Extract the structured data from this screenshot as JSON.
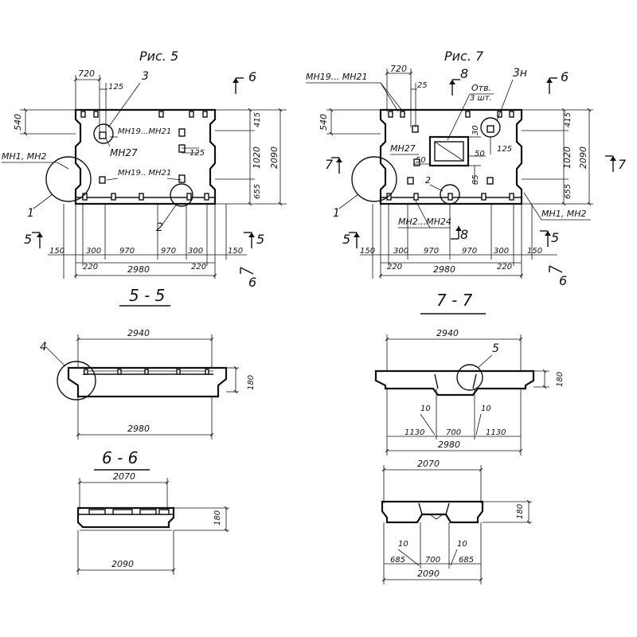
{
  "fig5": {
    "title": "Рис. 5",
    "d_720": "720",
    "d_125_top": "125",
    "callout_3": "3",
    "arrow_6": "6",
    "d_540": "540",
    "label_mn1": "МН1, МН2",
    "lbl_mn19_a": "МН19...МН21",
    "lbl_mn27": "МН27",
    "d_125_mid": "125",
    "lbl_mn19_b": "МН19.. МН21",
    "d_415": "415",
    "d_1020": "1020",
    "d_2090": "2090",
    "d_655": "655",
    "callout_1": "1",
    "callout_2": "2",
    "arrow_5": "5",
    "d_150_l": "150",
    "d_300_l": "300",
    "d_970_l": "970",
    "d_970_r": "970",
    "d_300_r": "300",
    "d_150_r": "150",
    "d_220_l": "220",
    "d_220_r": "220",
    "d_2980": "2980"
  },
  "fig7": {
    "title": "Рис. 7",
    "lbl_mn19": "МН19... МН21",
    "d_720": "720",
    "d_25": "25",
    "arrow_8": "8",
    "otv_1": "Отв.",
    "otv_2": "3 шт.",
    "lbl_3n": "3н",
    "arrow_6": "6",
    "d_540": "540",
    "d_30": "30",
    "lbl_mn27": "МН27",
    "d_50_a": "50",
    "d_125": "125",
    "d_50_b": "50",
    "d_85": "85",
    "callout_2": "2",
    "arrow_7": "7",
    "d_415": "415",
    "d_1020": "1020",
    "d_2090": "2090",
    "d_655": "655",
    "callout_1": "1",
    "lbl_mn2_mn24": "МН2...МН24",
    "lbl_mn1_mn2": "МН1, МН2",
    "arrow_5": "5",
    "d_150_l": "150",
    "d_300_l": "300",
    "d_970_l": "970",
    "d_970_r": "970",
    "d_300_r": "300",
    "d_150_r": "150",
    "d_220_l": "220",
    "d_220_r": "220",
    "d_2980": "2980"
  },
  "sec55": {
    "title": "5 - 5",
    "callout_4": "4",
    "d_2940": "2940",
    "d_180": "180",
    "d_2980": "2980"
  },
  "sec77": {
    "title": "7 - 7",
    "callout_5": "5",
    "d_2940": "2940",
    "d_180": "180",
    "d_10_l": "10",
    "d_10_r": "10",
    "d_1130_l": "1130",
    "d_700": "700",
    "d_1130_r": "1130",
    "d_2980": "2980"
  },
  "sec66": {
    "title": "6 - 6",
    "d_2070": "2070",
    "d_180": "180",
    "d_2090": "2090"
  },
  "sec88": {
    "d_2070": "2070",
    "d_180": "180",
    "d_10_l": "10",
    "d_10_r": "10",
    "d_685_l": "685",
    "d_700": "700",
    "d_685_r": "685",
    "d_2090": "2090"
  }
}
